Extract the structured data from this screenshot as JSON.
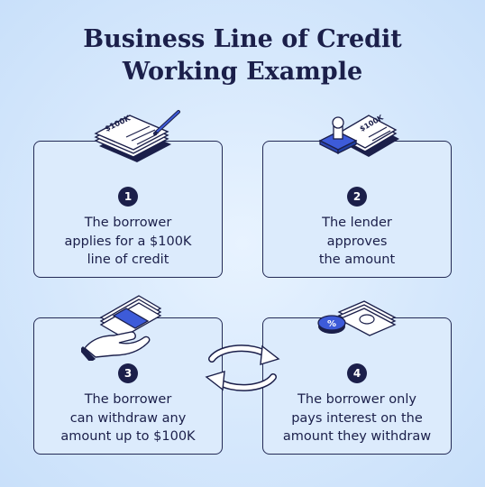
{
  "title": {
    "line1": "Business Line of Credit",
    "line2": "Working Example"
  },
  "steps": [
    {
      "number": "1",
      "lines": [
        "The borrower",
        "applies for a $100K",
        "line of credit"
      ],
      "illustration": "application-form-with-pen",
      "form_label": "$100K"
    },
    {
      "number": "2",
      "lines": [
        "The lender",
        "approves",
        "the amount"
      ],
      "illustration": "approval-stamp-on-form",
      "form_label": "$100K"
    },
    {
      "number": "3",
      "lines": [
        "The borrower",
        "can withdraw any",
        "amount up to $100K"
      ],
      "illustration": "hand-holding-cash"
    },
    {
      "number": "4",
      "lines": [
        "The borrower only",
        "pays interest on the",
        "amount they withdraw"
      ],
      "illustration": "percent-coin-and-banknote",
      "coin_label": "%"
    }
  ],
  "connector": "cycle-arrows-icon",
  "colors": {
    "navy": "#1b1f4a",
    "card_fill": "#dcebfc",
    "accent_blue": "#3d5bd9",
    "background": "#cfe4fb"
  }
}
